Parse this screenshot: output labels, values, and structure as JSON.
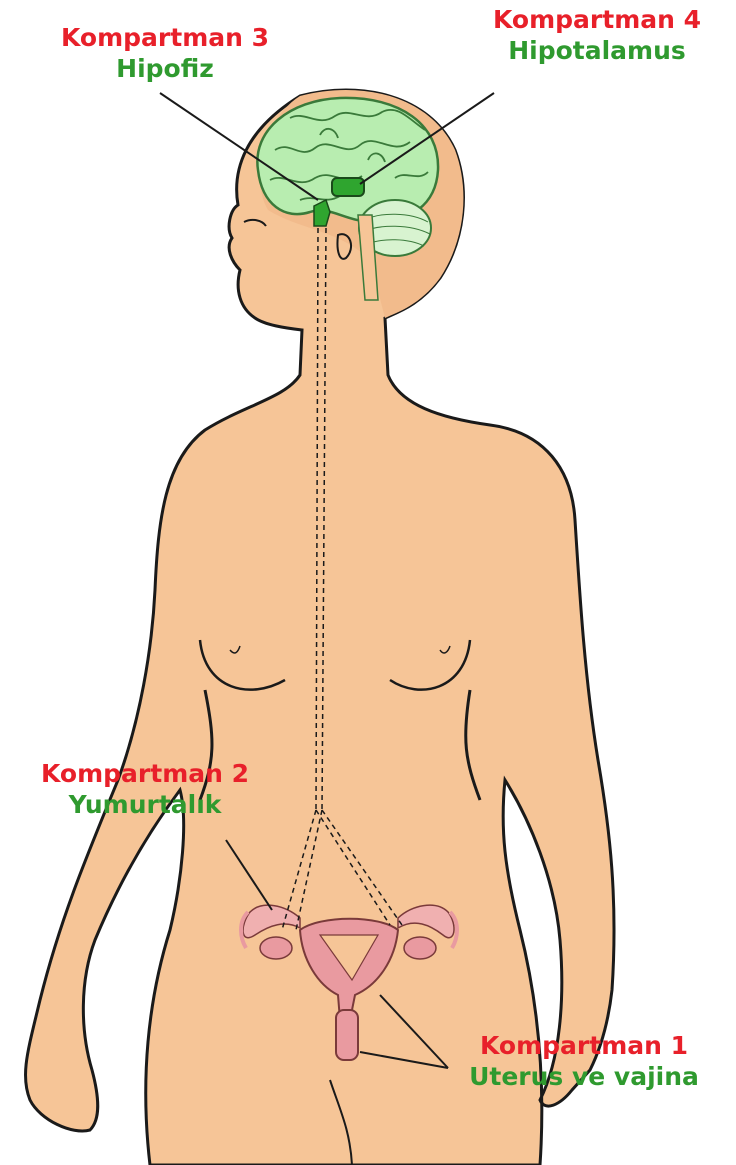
{
  "colors": {
    "skin": "#f6c597",
    "outline": "#1a1a1a",
    "brain": "#b8edb0",
    "brain_line": "#3a7a3a",
    "organ": "#e99aa0",
    "title_red": "#e8202a",
    "subtitle_green": "#2f9a2f"
  },
  "labels": {
    "k3": {
      "title": "Kompartman 3",
      "subtitle": "Hipofiz"
    },
    "k4": {
      "title": "Kompartman 4",
      "subtitle": "Hipotalamus"
    },
    "k2": {
      "title": "Kompartman 2",
      "subtitle": "Yumurtalık"
    },
    "k1": {
      "title": "Kompartman 1",
      "subtitle": "Uterus ve vajina"
    }
  }
}
